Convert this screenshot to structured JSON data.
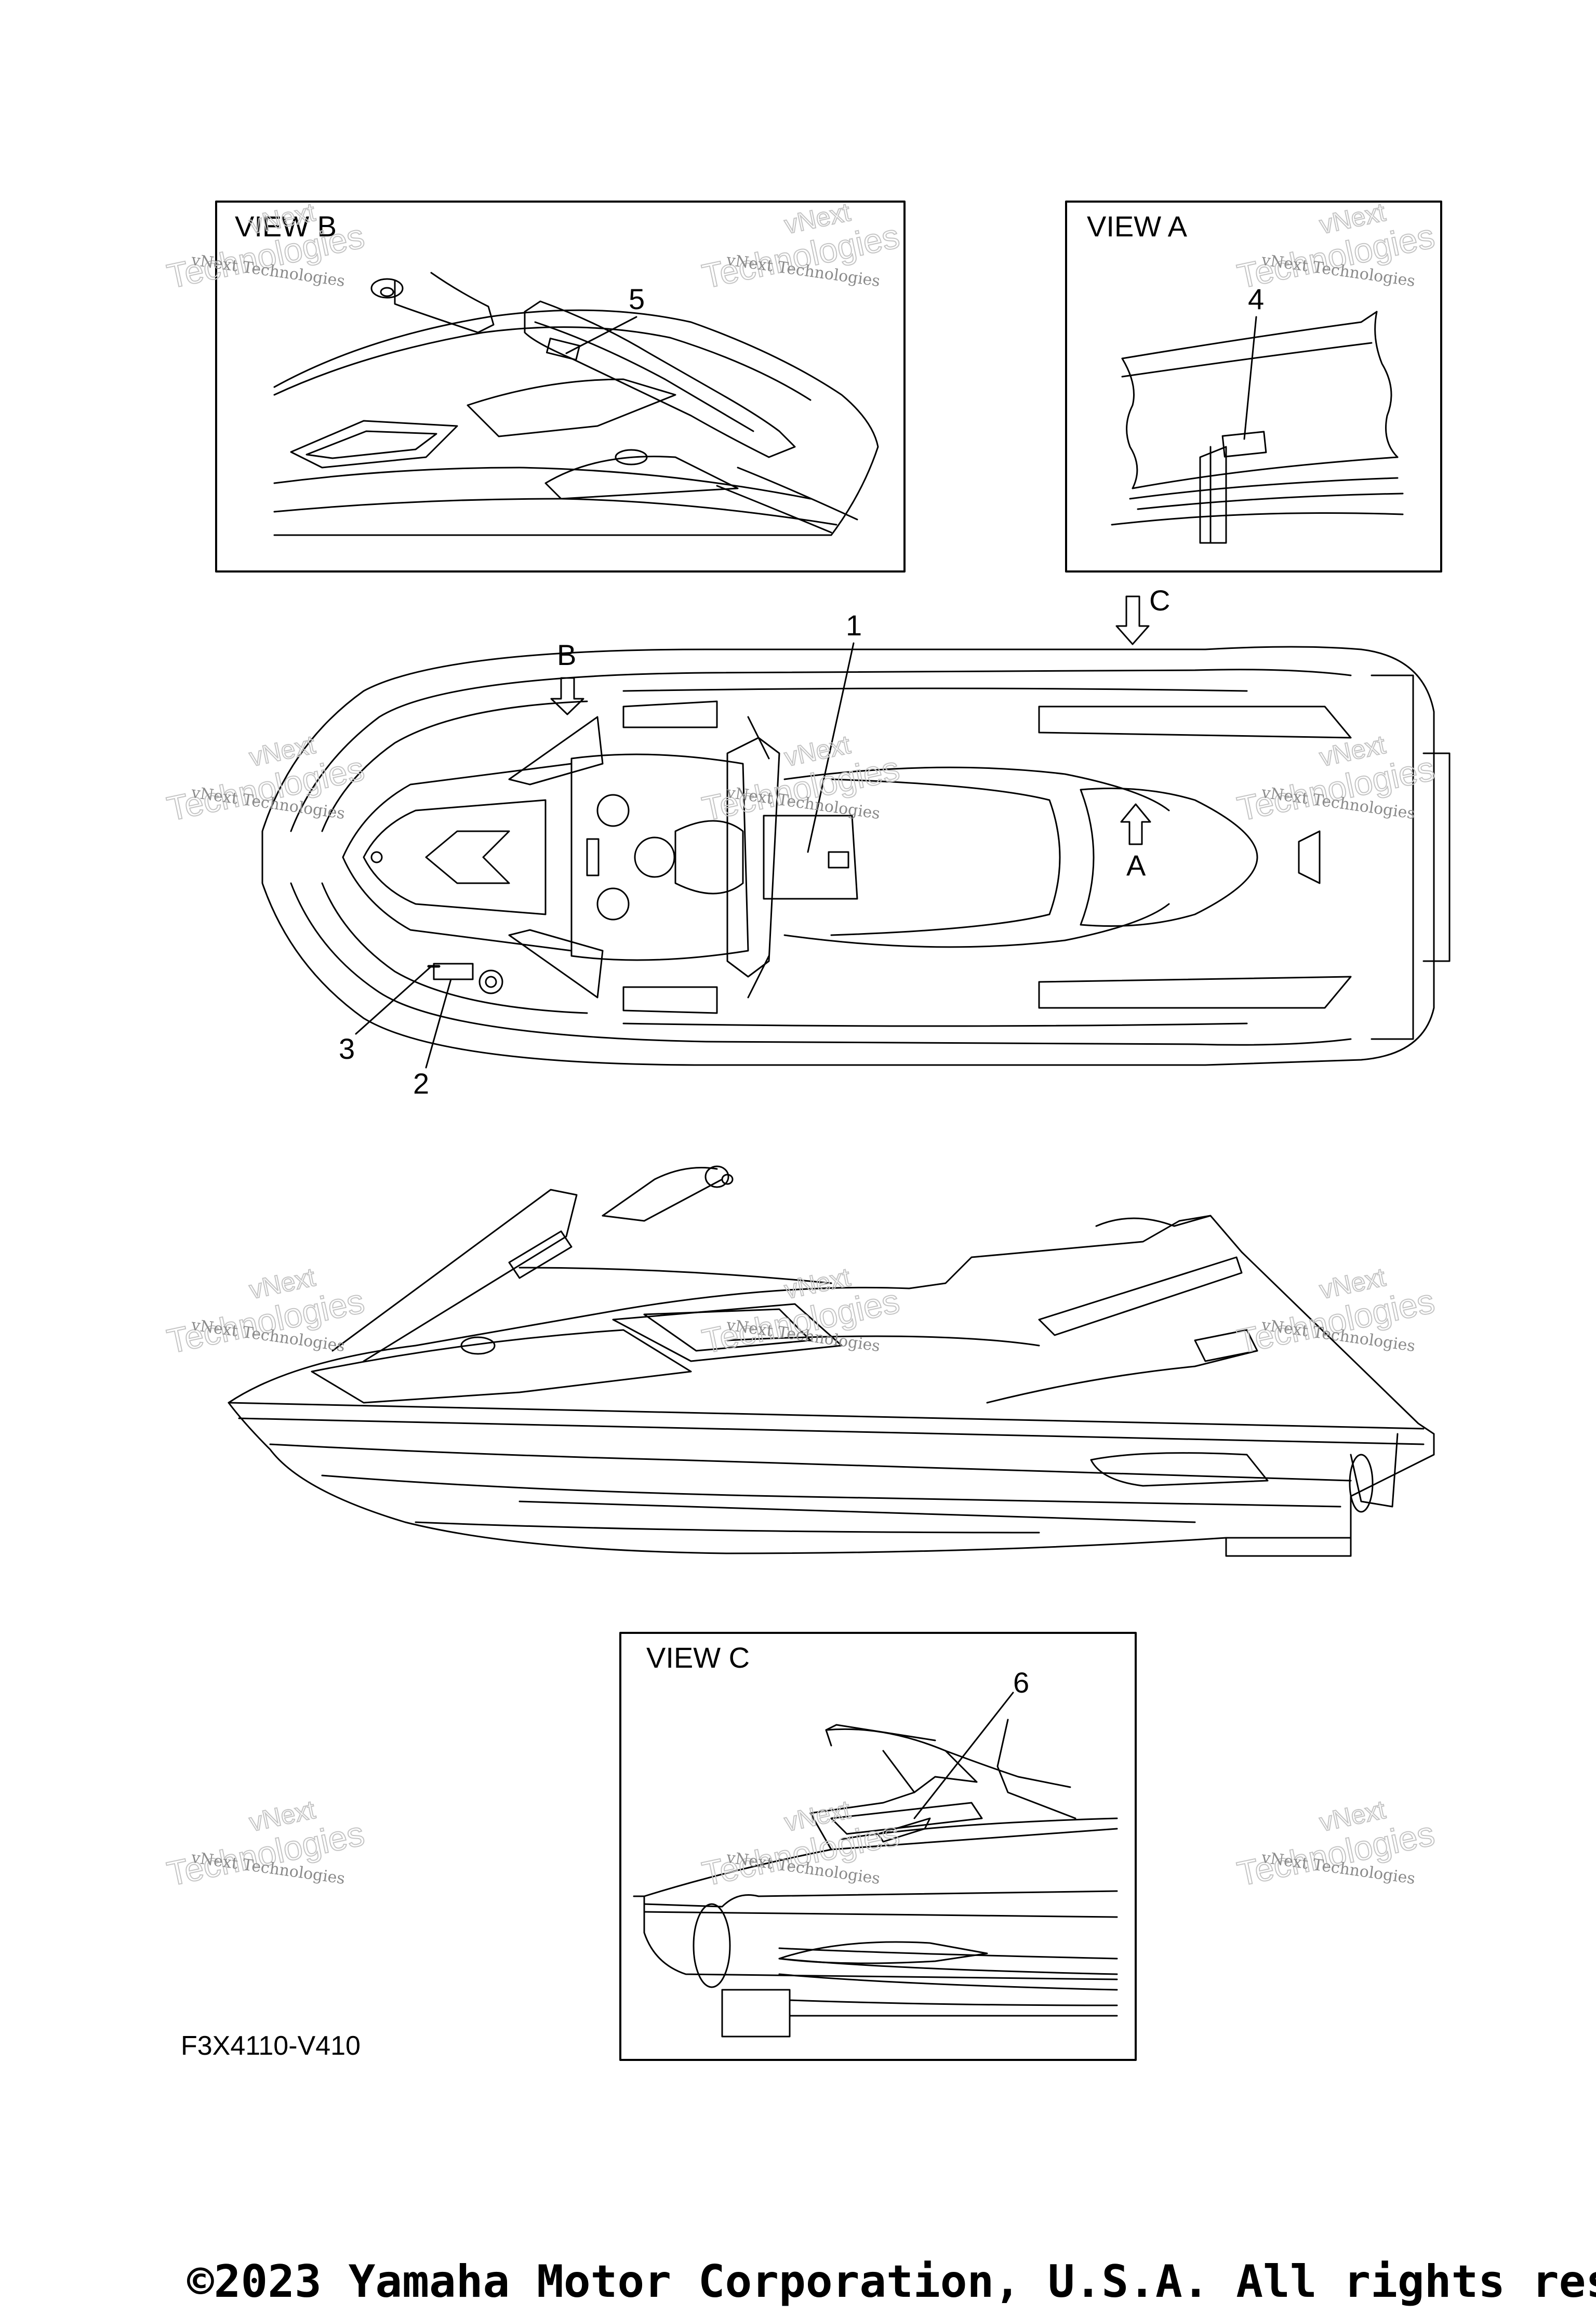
{
  "views": {
    "b": {
      "title": "VIEW B"
    },
    "a": {
      "title": "VIEW A"
    },
    "c": {
      "title": "VIEW C"
    }
  },
  "callouts": [
    "1",
    "2",
    "3",
    "4",
    "5",
    "6"
  ],
  "view_markers": [
    "A",
    "B",
    "C"
  ],
  "part_code": "F3X4110-V410",
  "watermark": {
    "line1": "vNext Technologies",
    "line2": "Technologies",
    "line3": "vNext"
  },
  "copyright": "©2023 Yamaha Motor Corporation, U.S.A. All rights res",
  "colors": {
    "line": "#000000",
    "background": "#ffffff",
    "watermark": "#8a8a8a"
  }
}
